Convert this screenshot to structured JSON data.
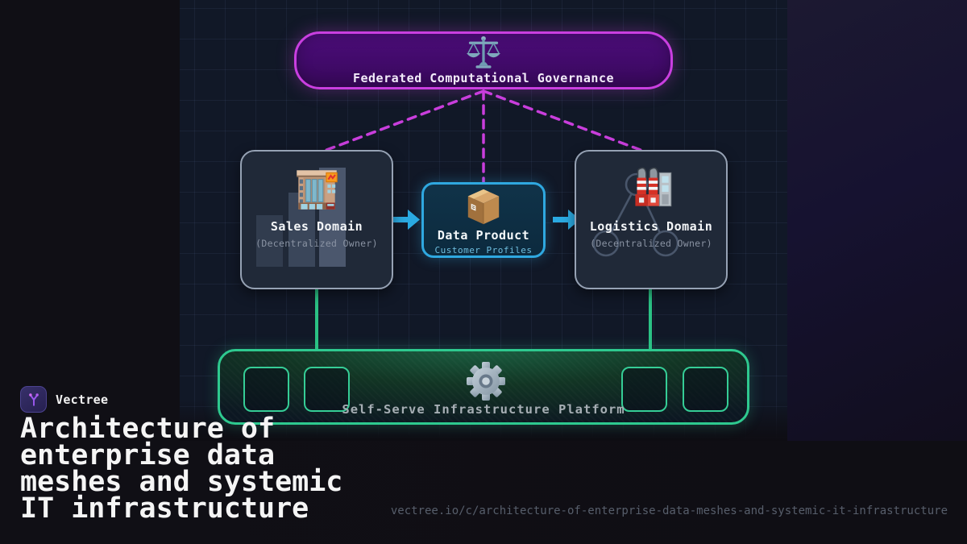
{
  "palette": {
    "background": "#0E0D13",
    "panel": "#111827",
    "governance_fill": "#410A6A",
    "governance_border": "#C93FE0",
    "domain_fill": "#202938",
    "domain_border": "#96A2B4",
    "product_fill": "#0C2A3E",
    "product_border": "#2FA8E0",
    "platform_border": "#2EC98F",
    "governance_connector": "#C93EDC",
    "flow_arrow": "#2BAAE2",
    "platform_connector": "#2BC184"
  },
  "diagram": {
    "governance": {
      "label": "Federated Computational Governance",
      "icon": "balance-scales"
    },
    "sales_domain": {
      "title": "Sales Domain",
      "subtitle": "(Decentralized Owner)",
      "icon": "department-store"
    },
    "data_product": {
      "title": "Data Product",
      "subtitle": "Customer Profiles",
      "icon": "package"
    },
    "logistics_domain": {
      "title": "Logistics Domain",
      "subtitle": "(Decentralized Owner)",
      "icon": "factory"
    },
    "platform": {
      "label": "Self-Serve Infrastructure Platform",
      "icon": "gear"
    }
  },
  "footer": {
    "brand": "Vectree",
    "title_lines": [
      "Architecture of",
      "enterprise data",
      "meshes and systemic",
      "IT infrastructure"
    ],
    "url": "vectree.io/c/architecture-of-enterprise-data-meshes-and-systemic-it-infrastructure"
  }
}
